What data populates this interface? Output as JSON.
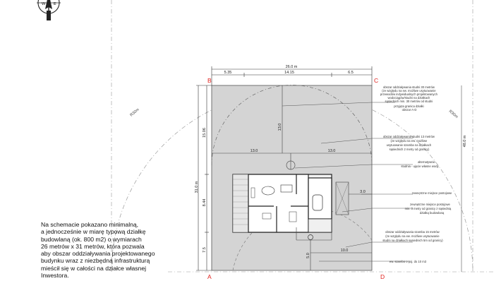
{
  "compass": {
    "west": "W",
    "east": "E"
  },
  "corners": {
    "a": "A",
    "b": "B",
    "c": "C",
    "d": "D"
  },
  "dimensions": {
    "total_width": "26.0 m",
    "seg_left": "5.35",
    "seg_mid": "14.15",
    "seg_right": "6.5",
    "total_depth": "31.0 m",
    "left_upper": "15.06",
    "left_mid": "8.44",
    "left_lower": "7.5",
    "radius_well_left": "13.0",
    "radius_well_right": "13.0",
    "radius_well_up": "13.0",
    "radius_right_dim": "48.0 m",
    "drive_width": "3.0",
    "septic_offset": "5.0",
    "septic_dist": "10.0"
  },
  "arc_labels": {
    "left": "R30m",
    "right": "R30m"
  },
  "annotations": [
    "obszar oddziaływania studni 30 metrów\n(ze względu na ew. możliwe usytuowanie\nprzewodów indywidualnych projektowanych\nwodociągów/studni na działkach\nsąsiednich min. 30 metrów od studni\nprzyjęta granica działki\nobszar A-D",
    "obszar oddziaływania studni 13 metrów\n(ze względu na ew. możliwe\nusytuowanie szamba na działkach\nsąsiednich 2 metry od granicy)",
    "alternatywnie\nstudnia - ujęcie własne wody",
    "zewnętrzne miejsce postojowe",
    "zewnętrzne miejsce postojowe\nmin. 3 metry od granicy z sąsiednią\ndziałką budowlaną",
    "obszar oddziaływania szamba 15 metrów\n(ze względu na ew. możliwe usytuowanie\nstudni na działkach sąsiednich 5m od granicy)",
    "ew. szambo o poj. do 10 m3"
  ],
  "description": "Na schemacie pokazano minimalną,\na jednocześnie w miarę typową działkę\nbudowlaną (ok. 800 m2)  o wymiarach\n26 metrów x 31 metrów, która pozwala\naby obszar oddziaływania projektowanego\nbudynku wraz z niezbędną infrastrukturą\nmieścił się w całości na działce własnej\nInwestora.",
  "colors": {
    "plot_fill": "#d4d4d4",
    "corner_red": "#e0201c",
    "line": "#333333",
    "arc": "#888888"
  },
  "icons": [
    "compass-icon"
  ]
}
